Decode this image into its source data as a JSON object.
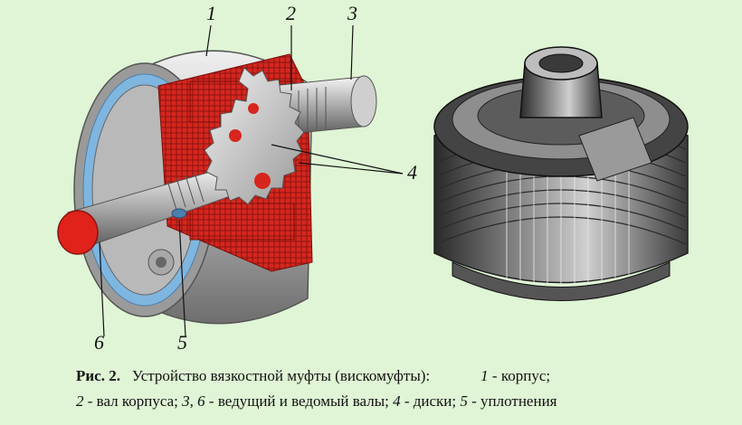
{
  "figure": {
    "callouts": {
      "c1": "1",
      "c2": "2",
      "c3": "3",
      "c4": "4",
      "c5": "5",
      "c6": "6"
    },
    "caption": {
      "ref": "Рис. 2.",
      "line1_text": "Устройство вязкостной муфты (вискомуфты):",
      "line1_num": "1",
      "line1_tail": " - корпус;",
      "line2_num_a": "2",
      "line2_text_a": " - вал корпуса; ",
      "line2_num_b": "3, 6",
      "line2_text_b": " - ведущий и ведомый валы; ",
      "line2_num_c": "4",
      "line2_text_c": " - диски; ",
      "line2_num_d": "5",
      "line2_text_d": " - уплотнения"
    },
    "colors": {
      "background": "#dff5d5",
      "housing": "#c8c8c8",
      "cutaway_red": "#d6261e",
      "seal_blue": "#7fb6e0",
      "steel_dark": "#3a3a3a"
    }
  }
}
